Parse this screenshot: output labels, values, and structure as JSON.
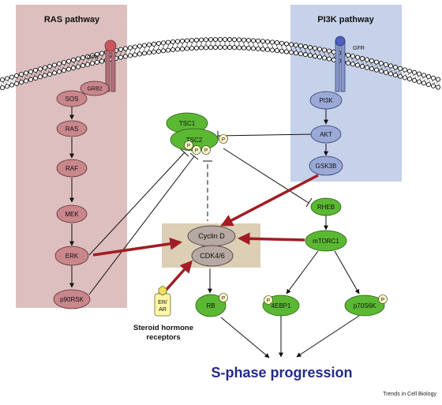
{
  "panels": {
    "ras_title": "RAS pathway",
    "pi3k_title": "PI3K pathway"
  },
  "receptors": {
    "ras_gfr": "GFR",
    "pi3k_gfr": "GFR"
  },
  "ras_nodes": {
    "grb2": "GRB2",
    "sos": "SOS",
    "ras": "RAS",
    "raf": "RAF",
    "mek": "MEK",
    "erk": "ERK",
    "p90rsk": "p90RSK"
  },
  "pi3k_nodes": {
    "pi3k": "PI3K",
    "akt": "AKT",
    "gsk3b": "GSK3B"
  },
  "green_nodes": {
    "tsc1": "TSC1",
    "tsc2": "TSC2",
    "rheb": "RHEB",
    "mtorc1": "mTORC1",
    "rb": "RB",
    "ebp1": "4EBP1",
    "p70s6k": "p70S6K"
  },
  "complex": {
    "cyclin_d": "Cyclin D",
    "cdk46": "CDK4/6"
  },
  "phospho_label": "P",
  "steroid": {
    "receptor_line1": "ER/",
    "receptor_line2": "AR",
    "caption_line1": "Steroid hormone",
    "caption_line2": "receptors"
  },
  "outcome": "S-phase progression",
  "credit": "Trends in Cell Biology",
  "colors": {
    "ras_panel": "#ddbfbf",
    "pi3k_panel": "#c6d1ea",
    "ras_node": "#c9868b",
    "pi3k_node": "#9aa9d6",
    "green_node": "#5bb832",
    "complex_box": "#dccfb6",
    "cyclin_node": "#b6a8a2",
    "arrow_red": "#a11d24",
    "outcome_text": "#242a8a"
  }
}
